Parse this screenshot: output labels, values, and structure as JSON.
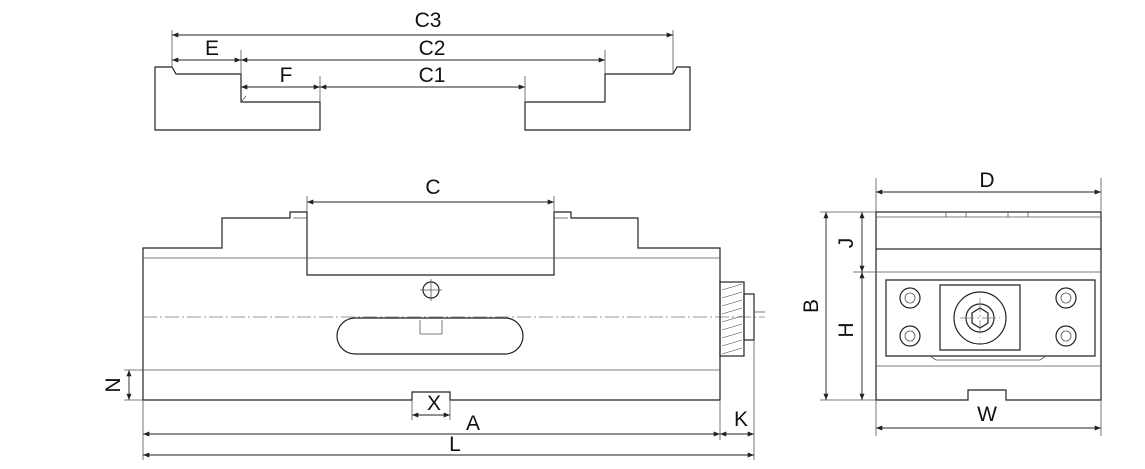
{
  "labels": {
    "C3": "C3",
    "C2": "C2",
    "C1": "C1",
    "E": "E",
    "F": "F",
    "C": "C",
    "D": "D",
    "J": "J",
    "B": "B",
    "H": "H",
    "N": "N",
    "X": "X",
    "A": "A",
    "K": "K",
    "L": "L",
    "W": "W"
  }
}
